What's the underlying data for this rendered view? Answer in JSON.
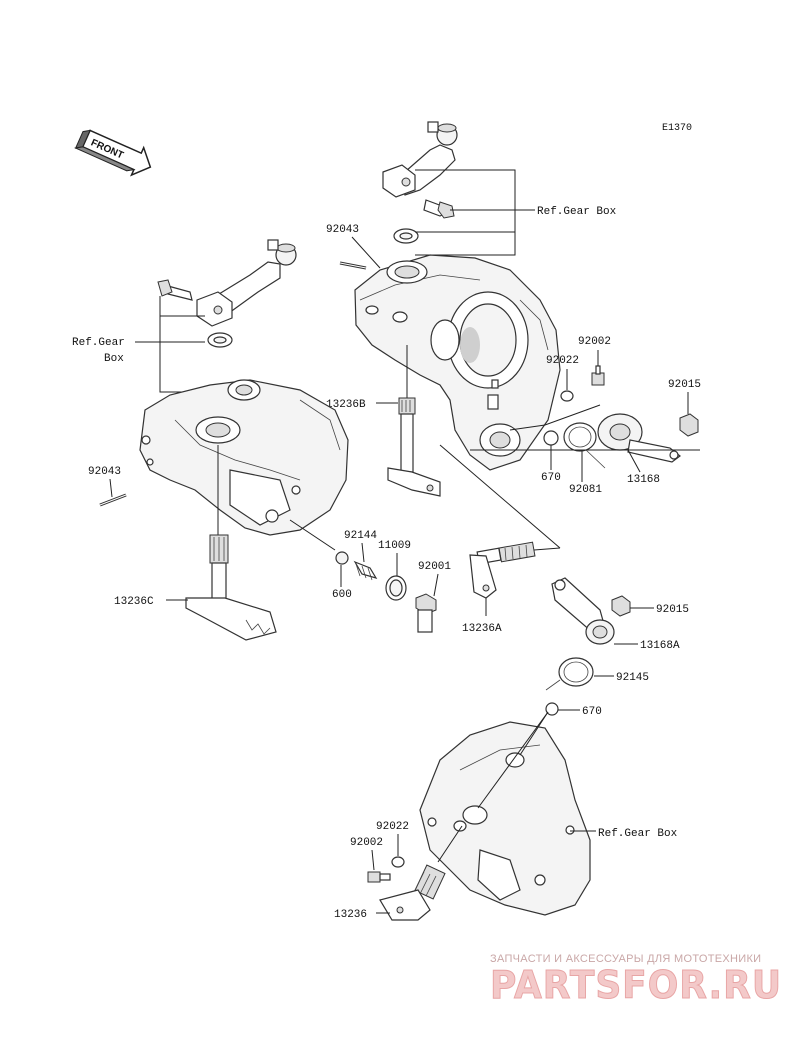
{
  "diagram": {
    "code": "E1370",
    "front_label": "FRONT",
    "ref_gear_box_top": "Ref.Gear Box",
    "ref_gear_box_left_line1": "Ref.Gear",
    "ref_gear_box_left_line2": "Box",
    "ref_gear_box_bottom": "Ref.Gear Box"
  },
  "parts": {
    "p92043_top": "92043",
    "p92043_left": "92043",
    "p13236B": "13236B",
    "p92022_top": "92022",
    "p92002_top": "92002",
    "p92015_top": "92015",
    "p670_top": "670",
    "p92081": "92081",
    "p13168": "13168",
    "p92144": "92144",
    "p11009": "11009",
    "p92001": "92001",
    "p600": "600",
    "p13236C": "13236C",
    "p13236A": "13236A",
    "p92015_mid": "92015",
    "p13168A": "13168A",
    "p92145": "92145",
    "p670_bottom": "670",
    "p92022_bottom": "92022",
    "p92002_bottom": "92002",
    "p13236": "13236"
  },
  "watermark": {
    "top_line": "ЗАПЧАСТИ И АКСЕССУАРЫ ДЛЯ МОТОТЕХНИКИ",
    "brand": "PARTSFOR.RU"
  }
}
